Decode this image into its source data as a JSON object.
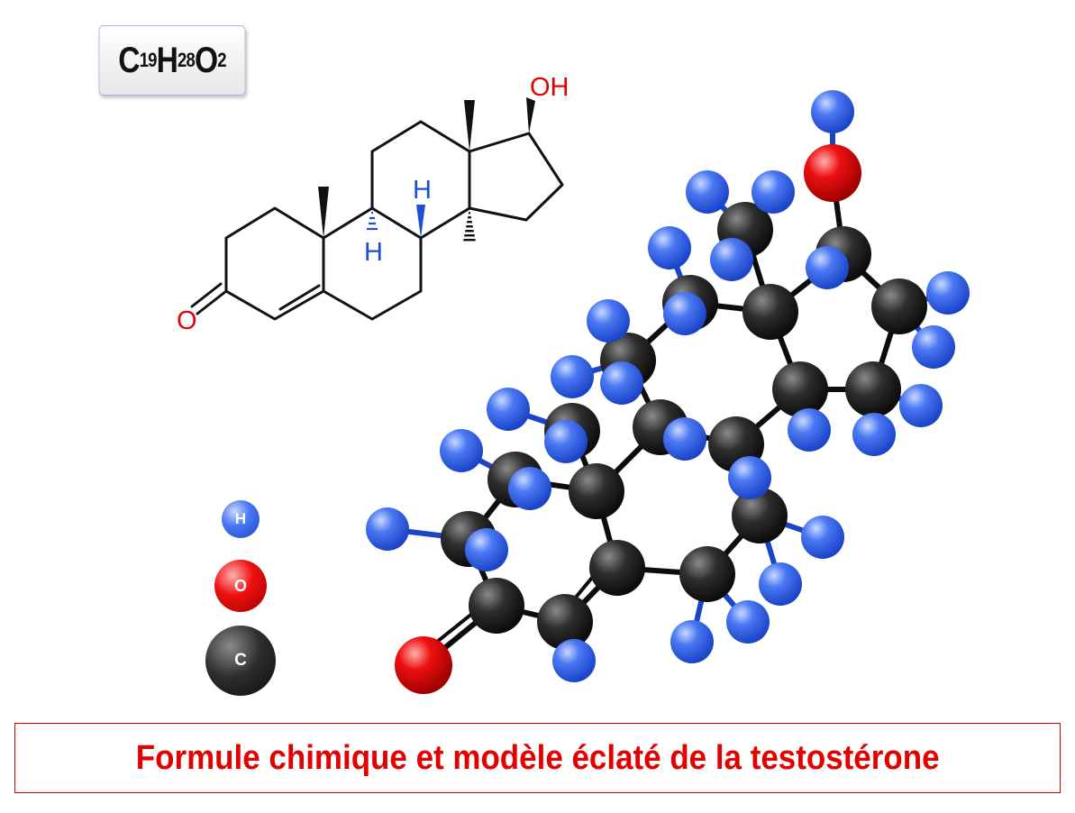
{
  "formula": {
    "parts": [
      "C",
      "19",
      "H",
      "28",
      "O",
      "2"
    ]
  },
  "structure": {
    "labels": {
      "hydroxyl": "OH",
      "ketone": "O",
      "h_top": "H",
      "h_bottom": "H"
    },
    "colors": {
      "bond": "#111111",
      "oxygen": "#e60000",
      "hydrogen": "#1a4fd6"
    }
  },
  "legend": [
    {
      "symbol": "H",
      "color": "#3b6cf0"
    },
    {
      "symbol": "O",
      "color": "#e8000a"
    },
    {
      "symbol": "C",
      "color": "#2b2b2b"
    }
  ],
  "model": {
    "colors": {
      "carbon": "#2b2b2b",
      "oxygen": "#e8000a",
      "hydrogen": "#3b6cf0"
    }
  },
  "caption": "Formule chimique et modèle éclaté de la testostérone"
}
